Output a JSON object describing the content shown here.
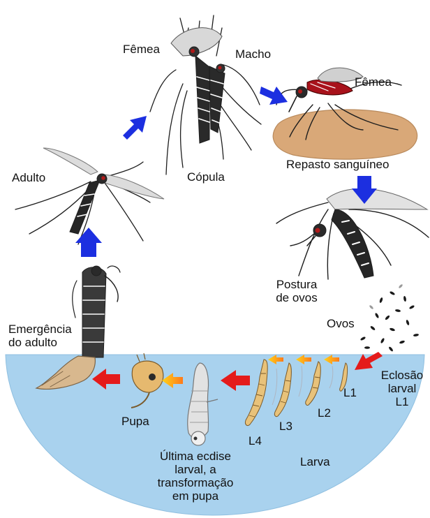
{
  "labels": {
    "femea_top": "Fêmea",
    "macho": "Macho",
    "copula": "Cópula",
    "adulto": "Adulto",
    "femea_right": "Fêmea",
    "repasto": "Repasto sanguíneo",
    "postura_1": "Postura",
    "postura_2": "de ovos",
    "ovos": "Ovos",
    "emergencia_1": "Emergência",
    "emergencia_2": "do adulto",
    "eclosao_1": "Eclosão",
    "eclosao_2": "larval",
    "eclosao_3": "L1",
    "pupa": "Pupa",
    "ecdise_1": "Última ecdise",
    "ecdise_2": "larval, a",
    "ecdise_3": "transformação",
    "ecdise_4": "em pupa",
    "larva": "Larva",
    "l1": "L1",
    "l2": "L2",
    "l3": "L3",
    "l4": "L4"
  },
  "colors": {
    "water": "#a9d2ee",
    "skin": "#d9a878",
    "blue_arrow": "#1c2fe0",
    "red_arrow": "#e41b1b",
    "larva_tan": "#e8c27a",
    "mosquito_dark": "#1e1e1e",
    "blood_red": "#a8121b"
  },
  "icons": {
    "cycle_arrow": "arrow-icon",
    "mosquito": "mosquito-icon",
    "egg": "egg-icon",
    "larva": "larva-icon",
    "pupa": "pupa-icon"
  }
}
